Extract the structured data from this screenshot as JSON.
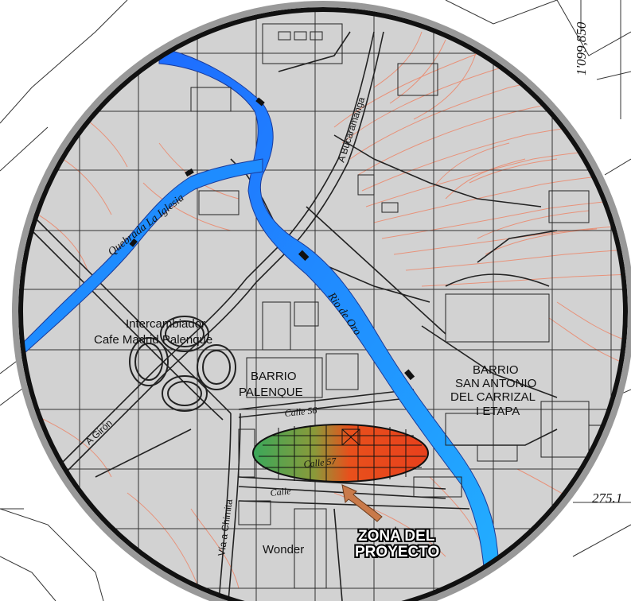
{
  "map": {
    "coordinates": {
      "northing": "1'099,850",
      "easting": "275.1"
    },
    "rivers": {
      "quebrada": "Quebrada La Iglesia",
      "rio": "Rio de Oro"
    },
    "roads": {
      "bucaramanga": "A Bucaramanga",
      "giron": "A Girón",
      "chimita": "Vía a Chimita",
      "calle56": "Calle 56",
      "calle57": "Calle 57",
      "calle": "Calle"
    },
    "places": {
      "intercambiador_1": "Intercambiador",
      "intercambiador_2": "Cafe Madrid Palenque",
      "palenque_1": "BARRIO",
      "palenque_2": "PALENQUE",
      "sanantonio_1": "BARRIO",
      "sanantonio_2": "SAN ANTONIO",
      "sanantonio_3": "DEL CARRIZAL",
      "sanantonio_4": "I ETAPA",
      "wonder": "Wonder"
    },
    "project": {
      "line1": "ZONA DEL",
      "line2": "PROYECTO"
    },
    "colors": {
      "background": "#d2d2d2",
      "river": "#1e8cff",
      "contour": "#e8927a",
      "project_red": "#e8401c",
      "project_green": "#3aa85a",
      "arrow": "#c97a4a"
    }
  }
}
